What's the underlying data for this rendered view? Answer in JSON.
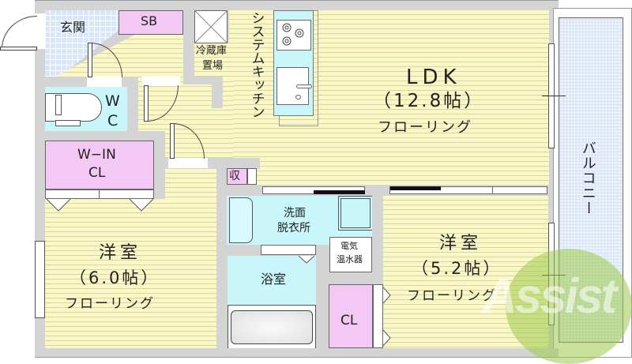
{
  "floor_plan": {
    "rooms": {
      "entrance": {
        "label": "玄関"
      },
      "shoe_box": {
        "label": "SB"
      },
      "fridge_space": {
        "line1": "冷蔵庫",
        "line2": "置場"
      },
      "system_kitchen": {
        "label": "システムキッチン"
      },
      "ldk": {
        "name": "LDK",
        "size": "（12.8帖）",
        "floor": "フローリング"
      },
      "toilet": {
        "line1": "W",
        "line2": "C"
      },
      "walk_in_closet": {
        "line1": "W−IN",
        "line2": "CL"
      },
      "storage": {
        "label": "収"
      },
      "washroom": {
        "line1": "洗面",
        "line2": "脱衣所"
      },
      "water_heater": {
        "line1": "電気",
        "line2": "温水器"
      },
      "bathroom": {
        "label": "浴室"
      },
      "closet": {
        "label": "CL"
      },
      "western_room_1": {
        "name": "洋室",
        "size": "（6.0帖）",
        "floor": "フローリング"
      },
      "western_room_2": {
        "name": "洋室",
        "size": "（5.2帖）",
        "floor": "フローリング"
      },
      "balcony": {
        "label": "バルコニー"
      }
    },
    "watermark": {
      "text": "Assist"
    },
    "colors": {
      "floor": "#fbf8c8",
      "wall": "#d4d4d4",
      "closet": "#f4c8f4",
      "wet_area": "#c8f6fa",
      "tile": "#d8e6fb",
      "balcony": "#d9e5f6",
      "watermark": "#9cc84a"
    }
  }
}
